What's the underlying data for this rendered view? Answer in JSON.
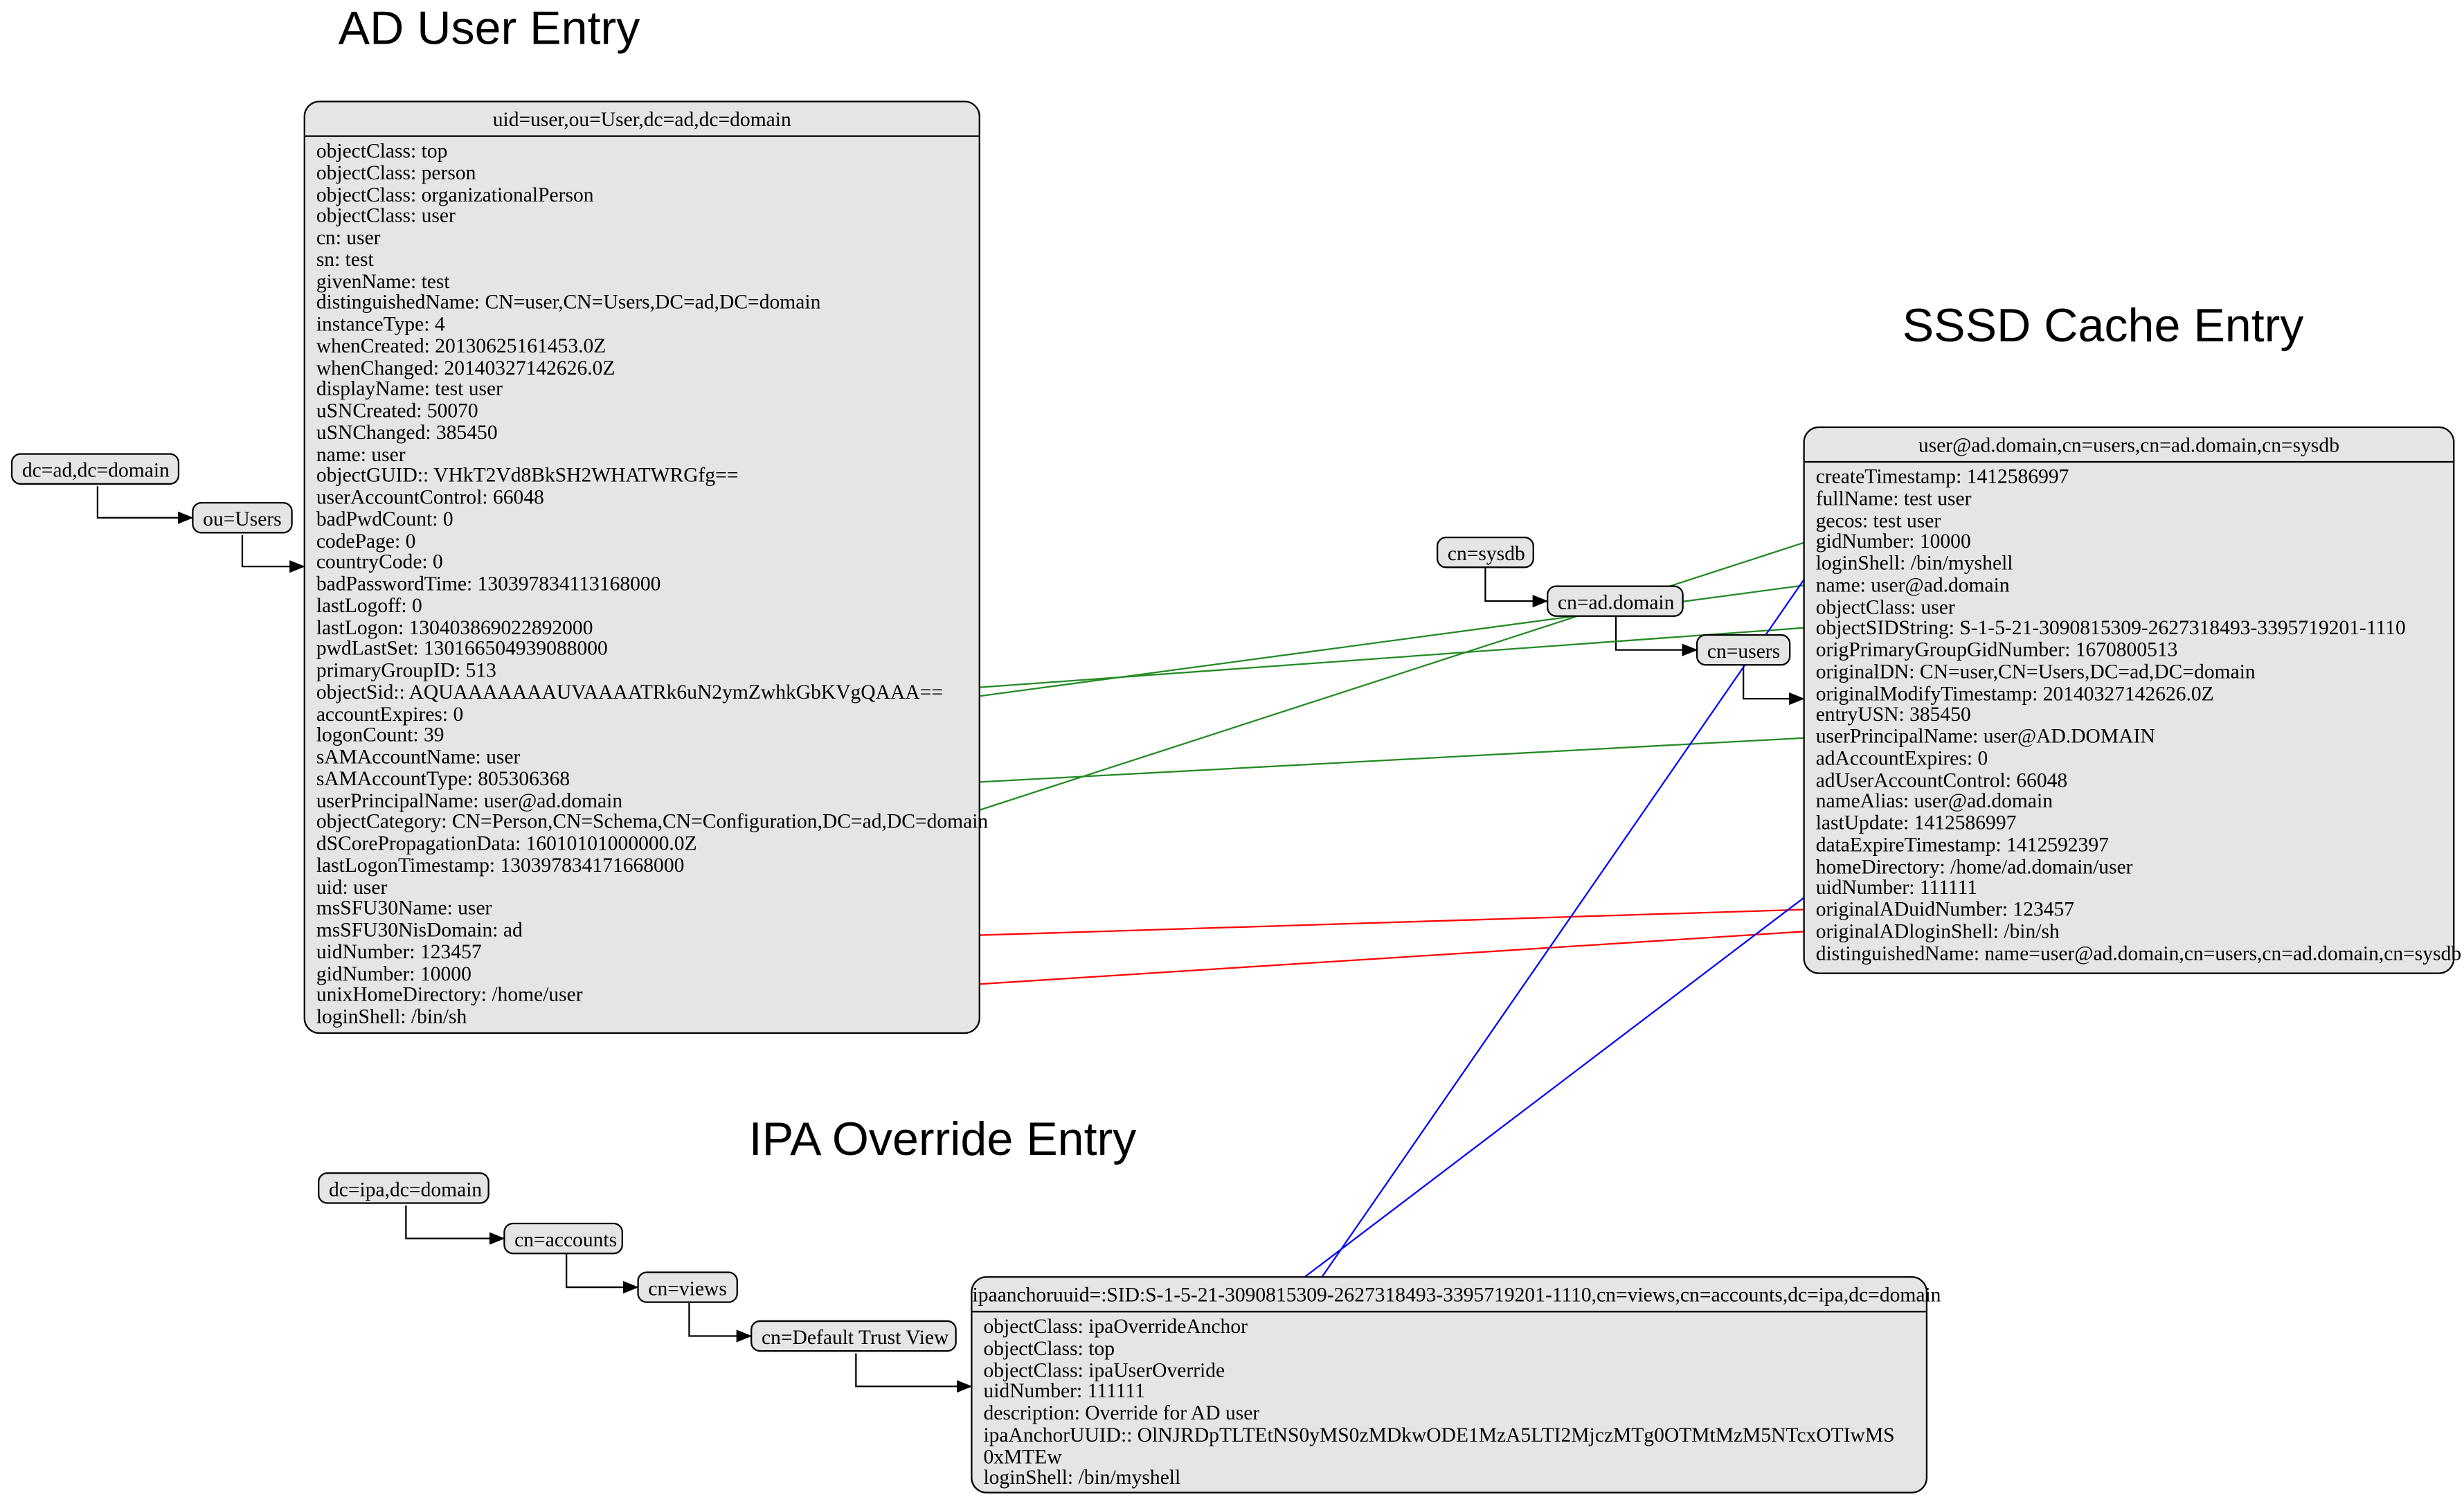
{
  "titles": {
    "ad": "AD User Entry",
    "sssd": "SSSD Cache Entry",
    "ipa": "IPA Override Entry"
  },
  "colors": {
    "node_fill": "#e5e5e5",
    "green": "#228b22",
    "red": "#ff0000",
    "blue": "#0000ff"
  },
  "ad_tree": {
    "root": "dc=ad,dc=domain",
    "ou": "ou=Users"
  },
  "sssd_tree": {
    "root": "cn=sysdb",
    "domain": "cn=ad.domain",
    "users": "cn=users"
  },
  "ipa_tree": {
    "root": "dc=ipa,dc=domain",
    "accounts": "cn=accounts",
    "views": "cn=views",
    "trust_view": "cn=Default Trust View"
  },
  "ad_entry": {
    "dn": "uid=user,ou=User,dc=ad,dc=domain",
    "attrs": [
      "objectClass: top",
      "objectClass: person",
      "objectClass: organizationalPerson",
      "objectClass: user",
      "cn: user",
      "sn: test",
      "givenName: test",
      "distinguishedName: CN=user,CN=Users,DC=ad,DC=domain",
      "instanceType: 4",
      "whenCreated: 20130625161453.0Z",
      "whenChanged: 20140327142626.0Z",
      "displayName: test user",
      "uSNCreated: 50070",
      "uSNChanged: 385450",
      "name: user",
      "objectGUID:: VHkT2Vd8BkSH2WHATWRGfg==",
      "userAccountControl: 66048",
      "badPwdCount: 0",
      "codePage: 0",
      "countryCode: 0",
      "badPasswordTime: 130397834113168000",
      "lastLogoff: 0",
      "lastLogon: 130403869022892000",
      "pwdLastSet: 130166504939088000",
      "primaryGroupID: 513",
      "objectSid:: AQUAAAAAAAUVAAAATRk6uN2ymZwhkGbKVgQAAA==",
      "accountExpires: 0",
      "logonCount: 39",
      "sAMAccountName: user",
      "sAMAccountType: 805306368",
      "userPrincipalName: user@ad.domain",
      "objectCategory: CN=Person,CN=Schema,CN=Configuration,DC=ad,DC=domain",
      "dSCorePropagationData: 16010101000000.0Z",
      "lastLogonTimestamp: 130397834171668000",
      "uid: user",
      "msSFU30Name: user",
      "msSFU30NisDomain: ad",
      "uidNumber: 123457",
      "gidNumber: 10000",
      "unixHomeDirectory: /home/user",
      "loginShell: /bin/sh"
    ]
  },
  "sssd_entry": {
    "dn": "user@ad.domain,cn=users,cn=ad.domain,cn=sysdb",
    "attrs": [
      "createTimestamp: 1412586997",
      "fullName: test user",
      "gecos: test user",
      "gidNumber: 10000",
      "loginShell: /bin/myshell",
      "name: user@ad.domain",
      "objectClass: user",
      "objectSIDString: S-1-5-21-3090815309-2627318493-3395719201-1110",
      "origPrimaryGroupGidNumber: 1670800513",
      "originalDN: CN=user,CN=Users,DC=ad,DC=domain",
      "originalModifyTimestamp: 20140327142626.0Z",
      "entryUSN: 385450",
      "userPrincipalName: user@AD.DOMAIN",
      "adAccountExpires: 0",
      "adUserAccountControl: 66048",
      "nameAlias: user@ad.domain",
      "lastUpdate: 1412586997",
      "dataExpireTimestamp: 1412592397",
      "homeDirectory: /home/ad.domain/user",
      "uidNumber: 111111",
      "originalADuidNumber: 123457",
      "originalADloginShell: /bin/sh",
      "distinguishedName: name=user@ad.domain,cn=users,cn=ad.domain,cn=sysdb"
    ]
  },
  "ipa_entry": {
    "dn": "ipaanchoruuid=:SID:S-1-5-21-3090815309-2627318493-3395719201-1110,cn=views,cn=accounts,dc=ipa,dc=domain",
    "attrs": [
      "objectClass: ipaOverrideAnchor",
      "objectClass: top",
      "objectClass: ipaUserOverride",
      "uidNumber: 111111",
      "description: Override for AD user",
      "ipaAnchorUUID:: OlNJRDpTLTEtNS0yMS0zMDkwODE1MzA5LTI2MjczMTg0OTMtMzM5NTcxOTIwMS",
      "0xMTEw",
      "loginShell: /bin/myshell"
    ]
  }
}
